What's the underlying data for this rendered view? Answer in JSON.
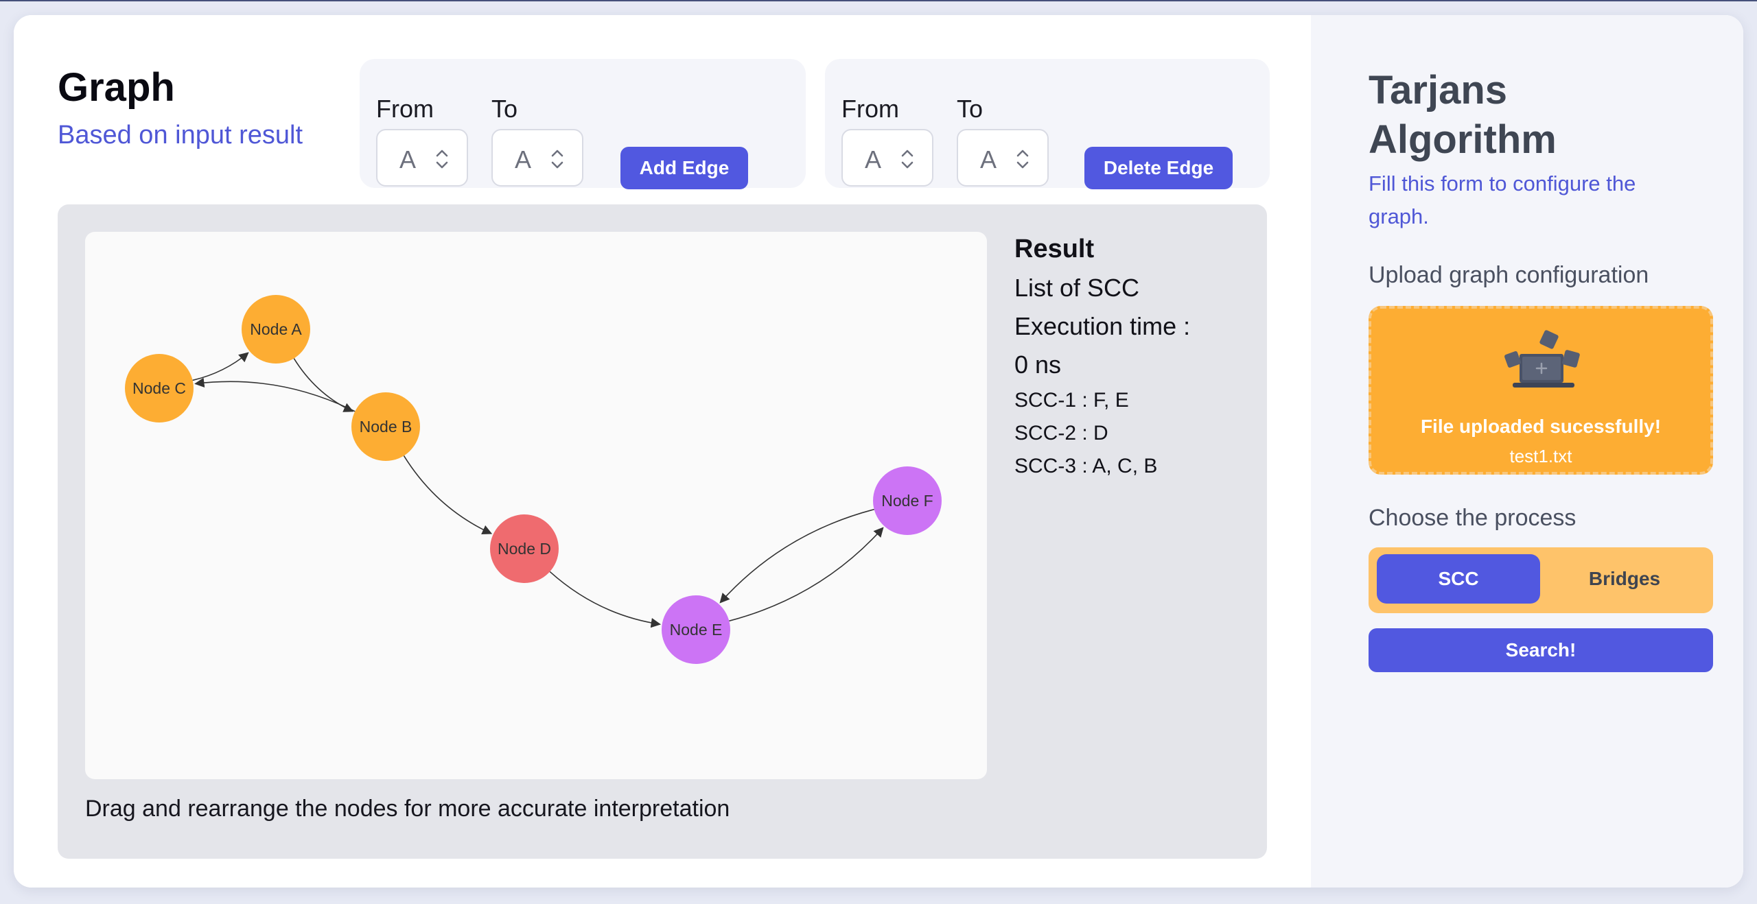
{
  "graph_panel": {
    "title": "Graph",
    "subtitle": "Based on input result",
    "add_edge": {
      "from_label": "From",
      "to_label": "To",
      "from_value": "A",
      "to_value": "A",
      "button_label": "Add Edge"
    },
    "delete_edge": {
      "from_label": "From",
      "to_label": "To",
      "from_value": "A",
      "to_value": "A",
      "button_label": "Delete Edge"
    },
    "hint": "Drag and rearrange the nodes for more accurate interpretation"
  },
  "graph": {
    "colors": {
      "scc_abc": "#fdad33",
      "scc_d": "#ef6b6f",
      "scc_ef": "#cc74f5",
      "edge": "#333333"
    },
    "nodes": [
      {
        "id": "A",
        "label": "Node A",
        "color": "#fdad33"
      },
      {
        "id": "B",
        "label": "Node B",
        "color": "#fdad33"
      },
      {
        "id": "C",
        "label": "Node C",
        "color": "#fdad33"
      },
      {
        "id": "D",
        "label": "Node D",
        "color": "#ef6b6f"
      },
      {
        "id": "E",
        "label": "Node E",
        "color": "#cc74f5"
      },
      {
        "id": "F",
        "label": "Node F",
        "color": "#cc74f5"
      }
    ],
    "edges": [
      {
        "from": "C",
        "to": "A"
      },
      {
        "from": "A",
        "to": "B"
      },
      {
        "from": "B",
        "to": "C"
      },
      {
        "from": "B",
        "to": "D"
      },
      {
        "from": "D",
        "to": "E"
      },
      {
        "from": "E",
        "to": "F"
      },
      {
        "from": "F",
        "to": "E"
      }
    ]
  },
  "result": {
    "title": "Result",
    "list_label": "List of SCC",
    "exec_label": "Execution time :",
    "exec_value": "0 ns",
    "sccs": [
      "SCC-1 : F, E",
      "SCC-2 : D",
      "SCC-3 : A, C, B"
    ]
  },
  "config_panel": {
    "title": "Tarjans Algorithm",
    "subtitle": "Fill this form to configure the graph.",
    "upload_label": "Upload graph configuration",
    "upload_icon": "laptop-upload-icon",
    "upload_message": "File uploaded sucessfully!",
    "upload_filename": "test1.txt",
    "process_label": "Choose the process",
    "process_options": [
      "SCC",
      "Bridges"
    ],
    "selected_process": "SCC",
    "search_label": "Search!",
    "accent_color": "#5158e0",
    "upload_color": "#fdad33"
  }
}
